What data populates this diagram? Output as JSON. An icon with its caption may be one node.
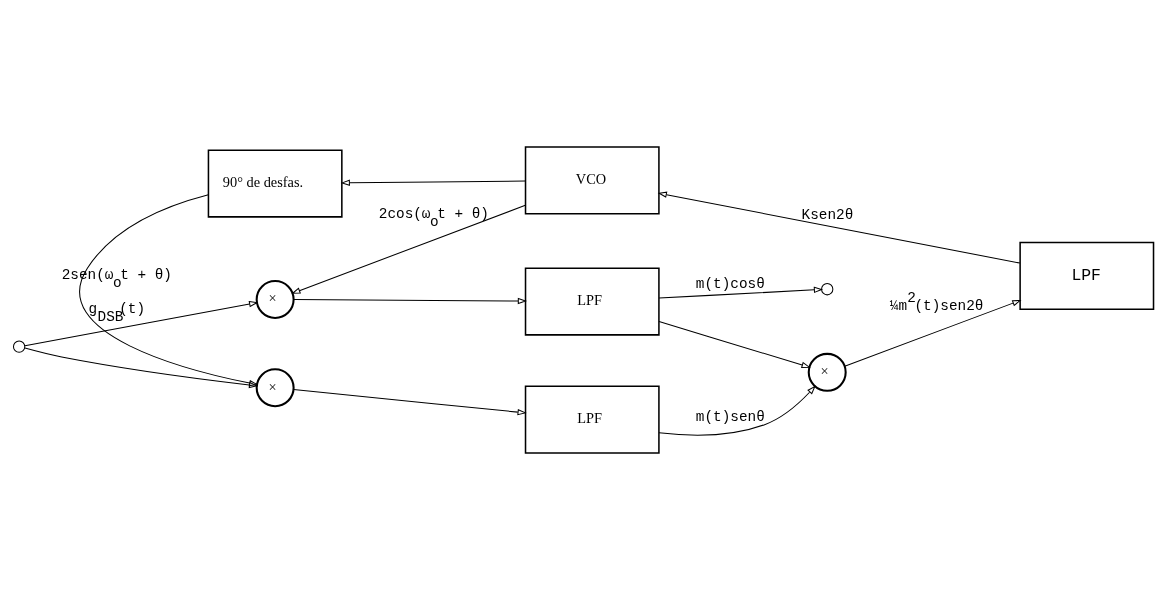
{
  "diagram": {
    "nodes": [
      {
        "text": [],
        "shape": "circle"
      },
      {
        "text": [
          "×"
        ]
      },
      {
        "text": [
          "LPF"
        ]
      },
      {
        "text": [],
        "shape": "circle"
      },
      {
        "text": [
          "90° de desfas."
        ]
      },
      {
        "text": [
          "×"
        ]
      },
      {
        "text": [
          "LPF"
        ]
      },
      {
        "text": [
          "VCO"
        ]
      },
      {
        "text": [
          "LPF"
        ]
      },
      {
        "text": [
          "×"
        ]
      }
    ],
    "edges": [
      {
        "from": 0,
        "to": 1,
        "arrow": "to",
        "label": "g$_{DSB}$(t)"
      },
      {
        "from": 0,
        "to": 5,
        "arrow": "to"
      },
      {
        "from": 1,
        "to": 2,
        "arrow": "to"
      },
      {
        "from": 2,
        "to": 3,
        "arrow": "to",
        "label": "m(t)cosθ"
      },
      {
        "from": 2,
        "to": 9,
        "arrow": "to"
      },
      {
        "from": 7,
        "to": 1,
        "arrow": "to",
        "label": "2cos(ω$_{o}$t + θ)"
      },
      {
        "from": 7,
        "to": 4,
        "arrow": "to"
      },
      {
        "from": 4,
        "to": 5,
        "arrow": "to",
        "label": "2sen(ω$_{o}$t + θ)"
      },
      {
        "from": 5,
        "to": 6,
        "arrow": "to"
      },
      {
        "from": 6,
        "to": 9,
        "arrow": "to",
        "label": "m(t)senθ"
      },
      {
        "from": 9,
        "to": 8,
        "arrow": "to",
        "label": "¼m$^{2}$(t)sen2θ"
      },
      {
        "from": 8,
        "to": 7,
        "arrow": "to",
        "label": "Ksen2θ"
      }
    ]
  }
}
